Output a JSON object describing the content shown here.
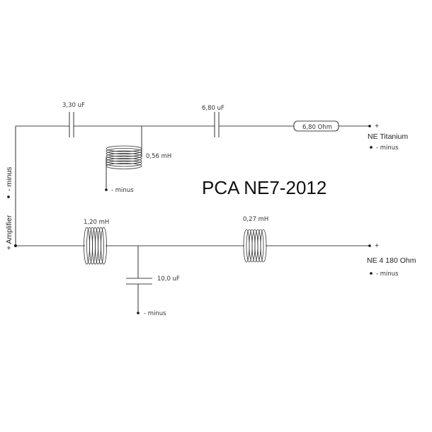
{
  "title": "PCA NE7-2012",
  "components": {
    "c1": "3,30 uF",
    "c2": "6,80 uF",
    "r1": "6,80 Ohm",
    "l1": "0,56 mH",
    "l2": "1,20 mH",
    "l3": "0,27 mH",
    "c3": "10,0 uF"
  },
  "terminals": {
    "amp_plus": "+ Amplifier",
    "amp_minus": "- minus",
    "l1_minus": "- minus",
    "c3_minus": "- minus",
    "tweeter_plus": "+",
    "tweeter_name": "NE Titanium",
    "tweeter_minus": "- minus",
    "woofer_plus": "+",
    "woofer_name": "NE 4 180 Ohm",
    "woofer_minus": "- minus"
  }
}
